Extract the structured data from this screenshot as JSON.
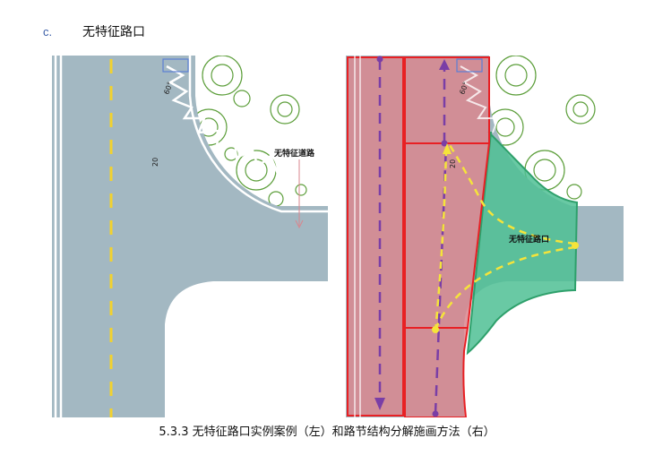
{
  "section": {
    "letter": "c.",
    "title": "无特征路口"
  },
  "left_figure": {
    "angle_label": "60°",
    "dimension_label": "20",
    "callout_label": "无特征道路"
  },
  "right_figure": {
    "angle_label": "60°",
    "dimension_label": "20",
    "callout_label": "无特征路口"
  },
  "colors": {
    "road": "#a3b8c2",
    "lane_dash": "#f2d22e",
    "link_fill": "#d9868e",
    "link_stroke": "#e82024",
    "node_fill": "#4fbf94",
    "node_stroke": "#2ea06b",
    "flow_arrow": "#7a3ea6",
    "turn_arrow": "#f5e43a",
    "tree": "#5c9e3a"
  },
  "caption": "5.3.3 无特征路口实例案例（左）和路节结构分解施画方法（右）"
}
